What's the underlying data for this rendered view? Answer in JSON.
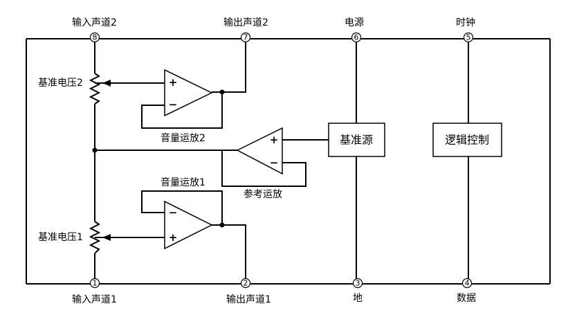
{
  "pins": {
    "p8": {
      "num": "8",
      "label": "输入声道2"
    },
    "p7": {
      "num": "7",
      "label": "输出声道2"
    },
    "p6": {
      "num": "6",
      "label": "电源"
    },
    "p5": {
      "num": "5",
      "label": "时钟"
    },
    "p1": {
      "num": "1",
      "label": "输入声道1"
    },
    "p2": {
      "num": "2",
      "label": "输出声道1"
    },
    "p3": {
      "num": "3",
      "label": "地"
    },
    "p4": {
      "num": "4",
      "label": "数据"
    }
  },
  "labels": {
    "ref_voltage_2": "基准电压2",
    "ref_voltage_1": "基准电压1",
    "vol_amp_2": "音量运放2",
    "vol_amp_1": "音量运放1",
    "ref_amp": "参考运放"
  },
  "blocks": {
    "reference_source": "基准源",
    "logic_control": "逻辑控制"
  },
  "signs": {
    "plus": "+",
    "minus": "−"
  }
}
